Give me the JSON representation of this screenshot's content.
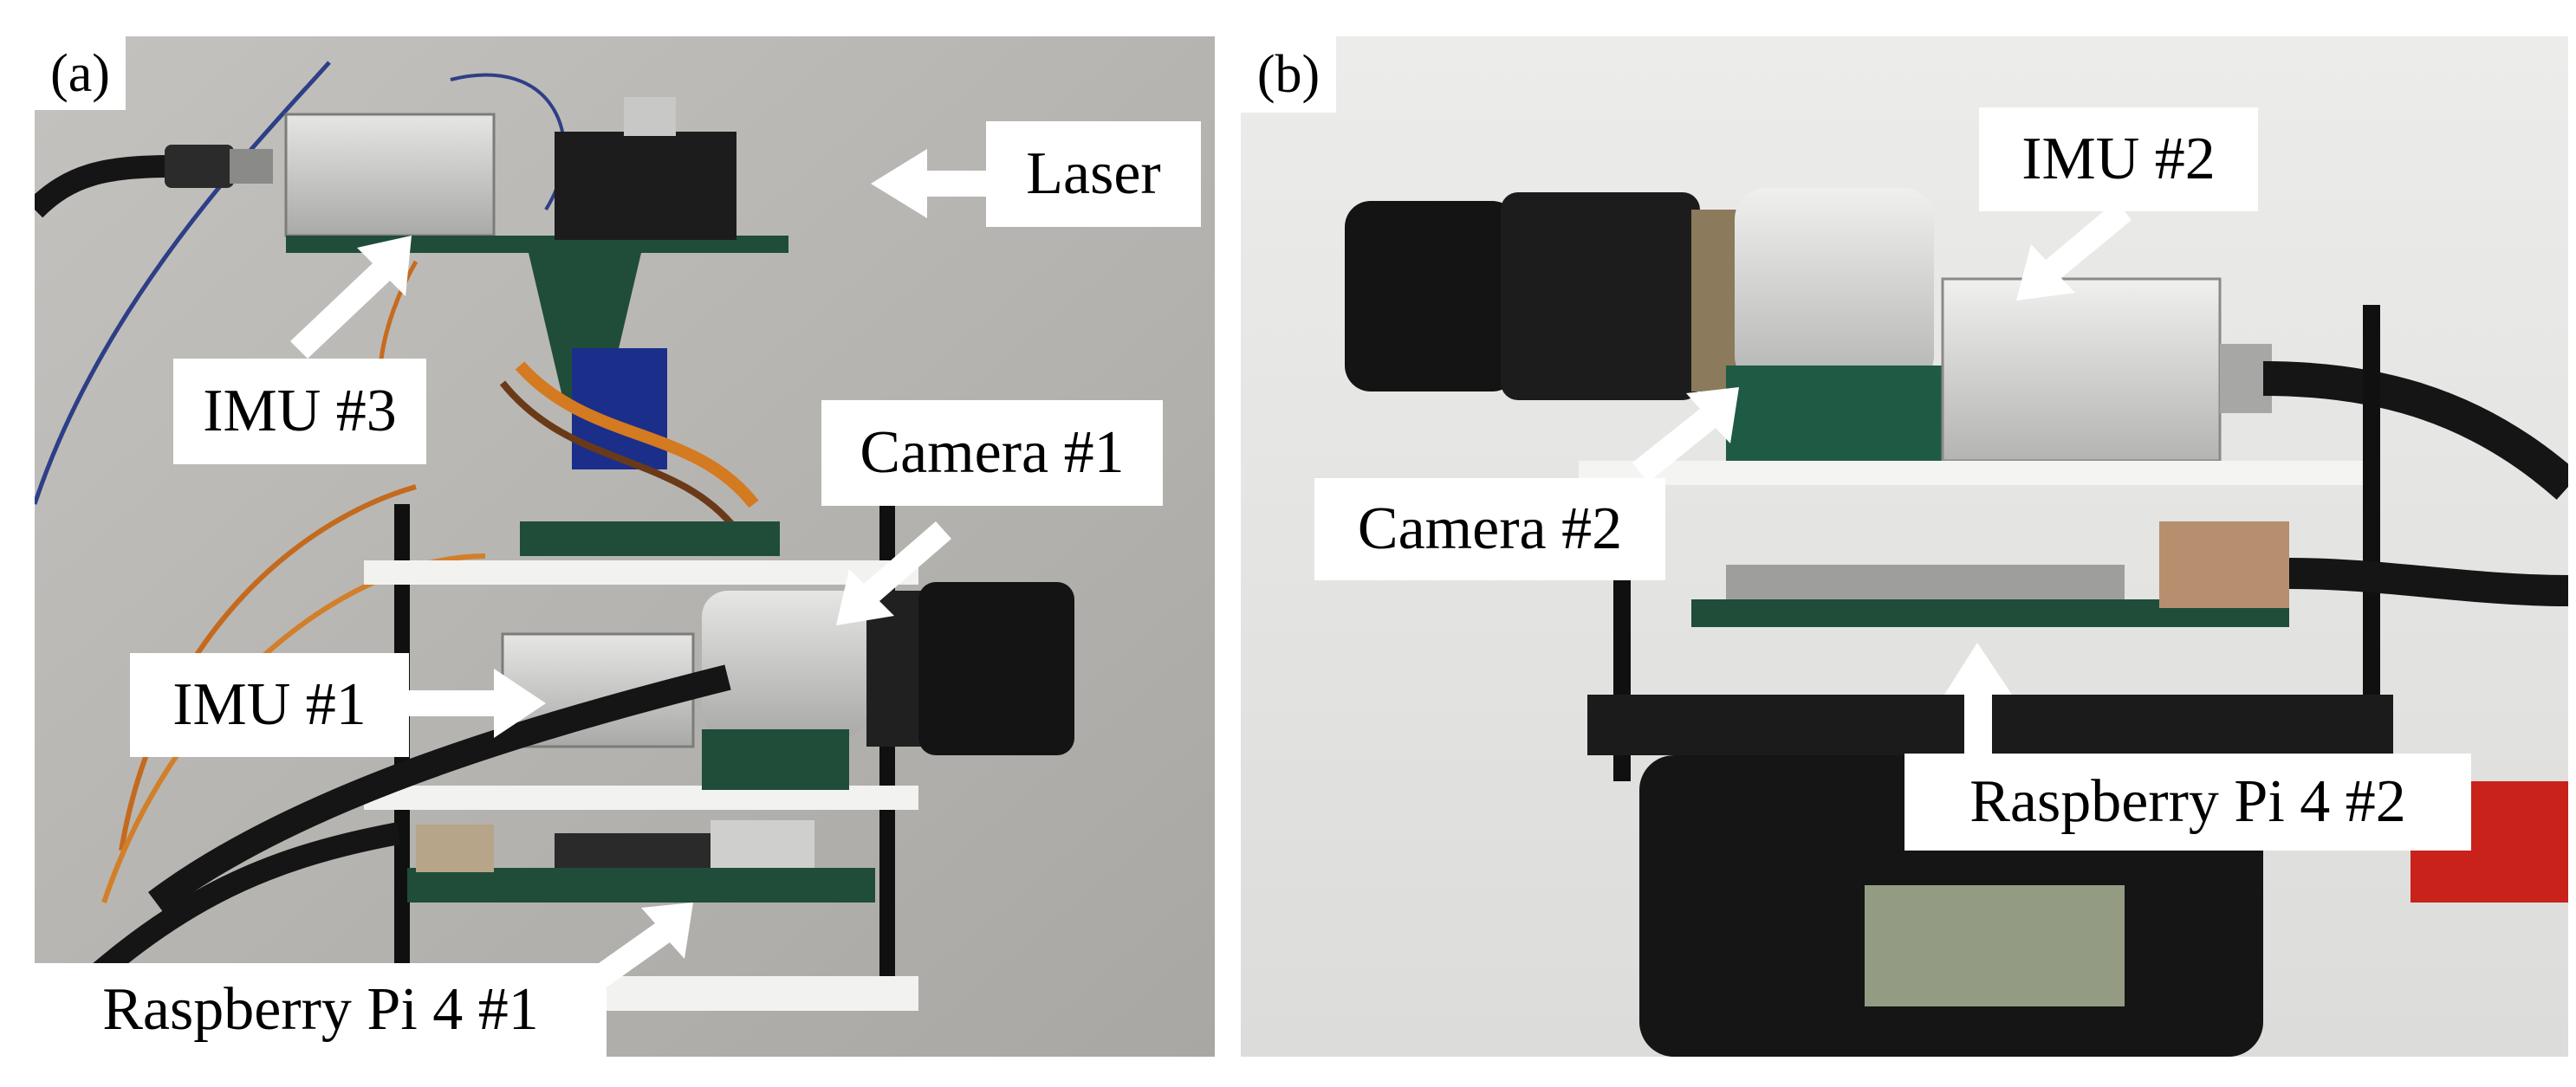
{
  "figure": {
    "panels": [
      {
        "tag": "(a)",
        "labels": {
          "laser": "Laser",
          "imu3": "IMU #3",
          "camera1": "Camera #1",
          "imu1": "IMU #1",
          "rpi1": "Raspberry Pi 4 #1"
        }
      },
      {
        "tag": "(b)",
        "labels": {
          "imu2": "IMU #2",
          "camera2": "Camera #2",
          "rpi2": "Raspberry Pi 4 #2"
        }
      }
    ]
  },
  "colors": {
    "background_a": "#b9b7b3",
    "background_b": "#e7e7e5",
    "pcb_green": "#1f4d3a",
    "acrylic_white": "#f2f2f0",
    "lens_black": "#141414",
    "imu_silver": "#d6d6d4",
    "label_box": "#ffffff",
    "text": "#000000"
  }
}
